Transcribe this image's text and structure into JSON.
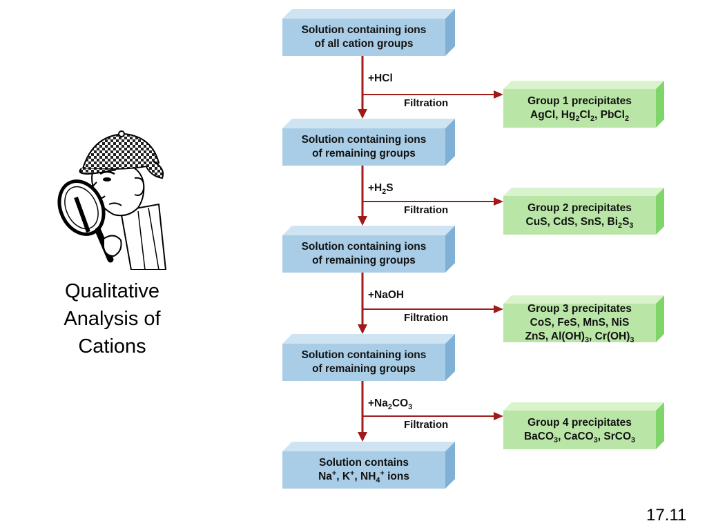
{
  "slide": {
    "title_lines": [
      "Qualitative",
      "Analysis of",
      "Cations"
    ],
    "number": "17.11"
  },
  "flowchart": {
    "solutions": [
      {
        "lines": [
          "Solution containing ions",
          "of all cation groups"
        ]
      },
      {
        "lines": [
          "Solution containing ions",
          "of remaining groups"
        ]
      },
      {
        "lines": [
          "Solution containing ions",
          "of remaining groups"
        ]
      },
      {
        "lines": [
          "Solution containing ions",
          "of remaining groups"
        ]
      },
      {
        "lines": [
          "Solution contains",
          "Na⁺, K⁺, NH₄⁺ ions"
        ]
      }
    ],
    "steps": [
      {
        "reagent": "+HCl",
        "filtration": "Filtration",
        "group": [
          "Group 1 precipitates",
          "AgCl, Hg₂Cl₂, PbCl₂"
        ]
      },
      {
        "reagent": "+H₂S",
        "filtration": "Filtration",
        "group": [
          "Group 2 precipitates",
          "CuS, CdS, SnS, Bi₂S₃"
        ]
      },
      {
        "reagent": "+NaOH",
        "filtration": "Filtration",
        "group": [
          "Group 3 precipitates",
          "CoS, FeS, MnS, NiS",
          "ZnS, Al(OH)₃, Cr(OH)₃"
        ]
      },
      {
        "reagent": "+Na₂CO₃",
        "filtration": "Filtration",
        "group": [
          "Group 4 precipitates",
          "BaCO₃, CaCO₃, SrCO₃"
        ]
      }
    ],
    "colors": {
      "solution_front": "#a9cde6",
      "solution_top": "#cfe4f2",
      "solution_side": "#7fb1d6",
      "group_front": "#b9e6a6",
      "group_top": "#d9f3cc",
      "group_side": "#7fd46a",
      "arrow": "#a01a1a"
    }
  }
}
